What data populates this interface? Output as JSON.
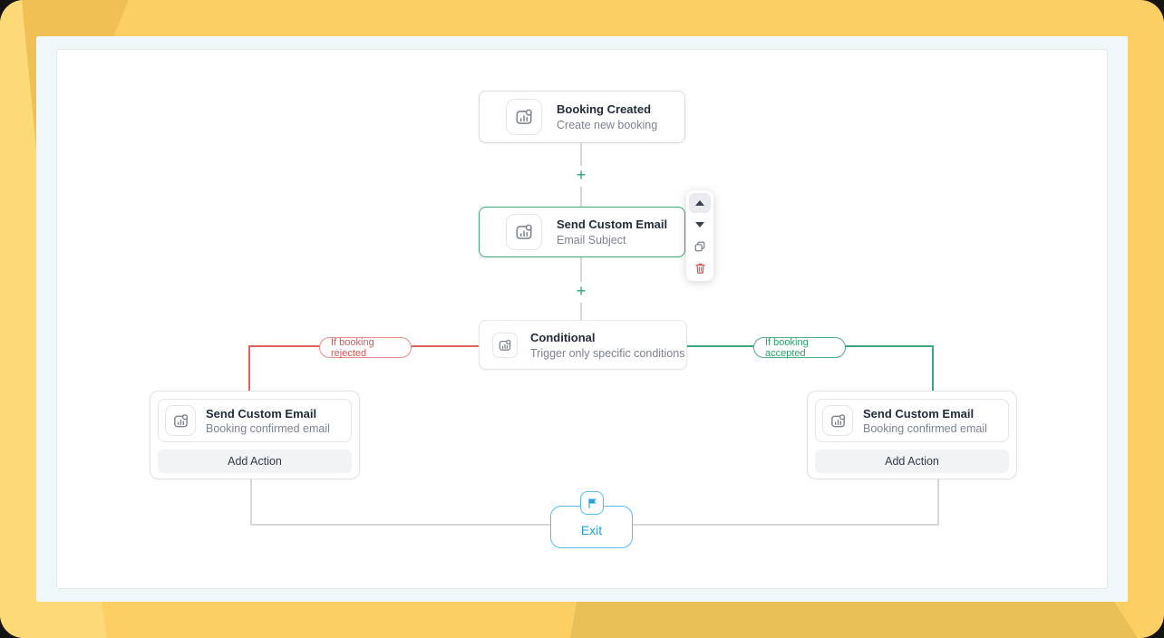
{
  "flow": {
    "add_step": "+",
    "trigger": {
      "title": "Booking Created",
      "subtitle": "Create new booking"
    },
    "selected_action": {
      "title": "Send Custom Email",
      "subtitle": "Email Subject"
    },
    "conditional": {
      "title": "Conditional",
      "subtitle": "Trigger only specific conditions"
    },
    "branch_rejected": {
      "label": "If booking rejected"
    },
    "branch_accepted": {
      "label": "If booking accepted"
    },
    "action_rejected": {
      "title": "Send Custom Email",
      "subtitle": "Booking confirmed email",
      "add_button": "Add Action"
    },
    "action_accepted": {
      "title": "Send Custom Email",
      "subtitle": "Booking confirmed email",
      "add_button": "Add Action"
    },
    "exit": {
      "label": "Exit"
    }
  },
  "icons": {
    "node": "chart-icon",
    "toolbar": [
      "move-up-icon",
      "move-down-icon",
      "duplicate-icon",
      "delete-icon"
    ],
    "exit": "flag-icon",
    "add_step": "plus-icon"
  },
  "colors": {
    "accent_green": "#2ea36f",
    "accent_red": "#e0625e",
    "accent_blue": "#2b9fd6",
    "background_yellow": "#fbcf64",
    "connector_gray": "#d8d8d8"
  }
}
